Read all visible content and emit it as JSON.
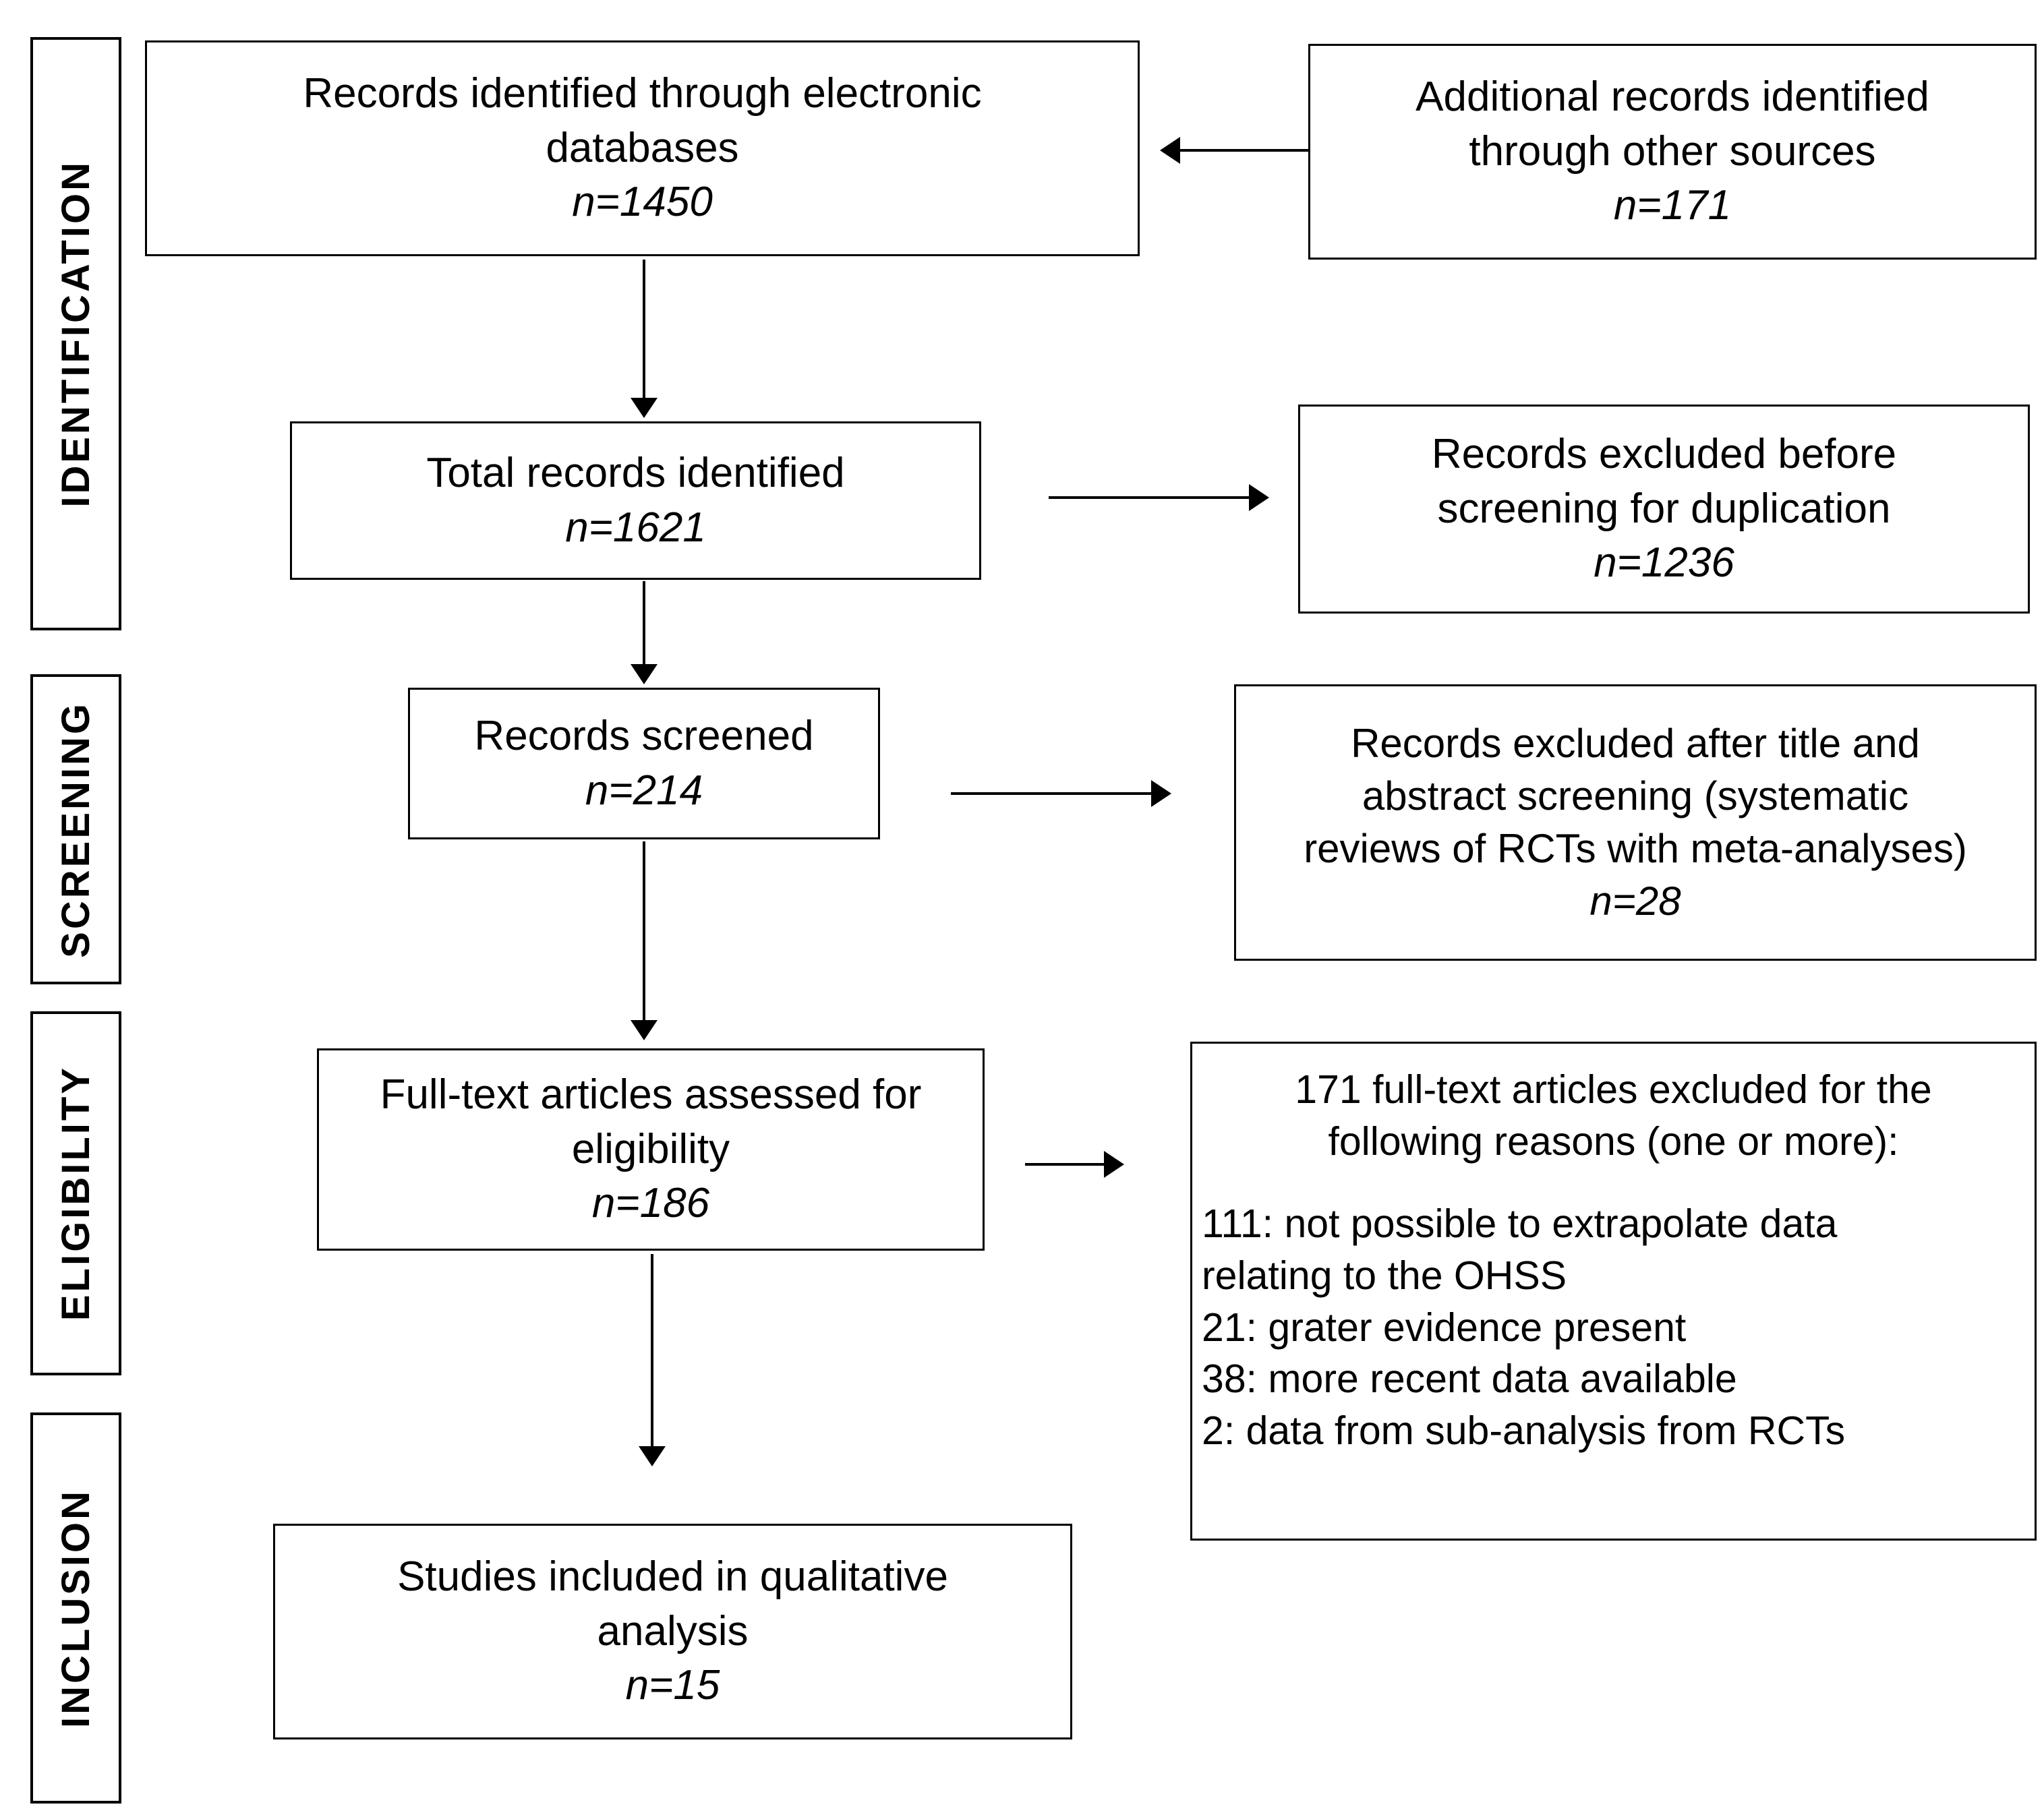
{
  "diagram": {
    "type": "prisma-flow-diagram",
    "stages": [
      {
        "id": "identification",
        "label": "IDENTIFICATION"
      },
      {
        "id": "screening",
        "label": "SCREENING"
      },
      {
        "id": "eligibility",
        "label": "ELIGIBILITY"
      },
      {
        "id": "inclusion",
        "label": "INCLUSION"
      }
    ],
    "boxes": {
      "records_identified_db": {
        "line1": "Records identified through electronic",
        "line2": "databases",
        "count": "n=1450"
      },
      "additional_records": {
        "line1": "Additional records identified",
        "line2": "through other sources",
        "count": "n=171"
      },
      "total_records": {
        "line1": "Total records identified",
        "count": "n=1621"
      },
      "excluded_duplication": {
        "line1": "Records excluded before",
        "line2": "screening for duplication",
        "count": "n=1236"
      },
      "records_screened": {
        "line1": "Records screened",
        "count": "n=214"
      },
      "excluded_title_abstract": {
        "line1": "Records excluded after title  and",
        "line2": "abstract screening (systematic",
        "line3": "reviews of RCTs with meta-analyses)",
        "count": "n=28"
      },
      "fulltext_assessed": {
        "line1": "Full-text articles assessed for",
        "line2": "eligibility",
        "count": "n=186"
      },
      "fulltext_excluded": {
        "line1": "171 full-text articles excluded for the",
        "line2": "following reasons (one or more):",
        "reasons": [
          "111: not possible to extrapolate data",
          "relating to the OHSS",
          "21: grater evidence present",
          "38: more recent data available",
          "2: data from sub-analysis from RCTs"
        ]
      },
      "studies_included": {
        "line1": "Studies included in qualitative",
        "line2": "analysis",
        "count": "n=15"
      }
    },
    "colors": {
      "stroke": "#000000",
      "fill": "#ffffff",
      "text": "#000000"
    }
  }
}
